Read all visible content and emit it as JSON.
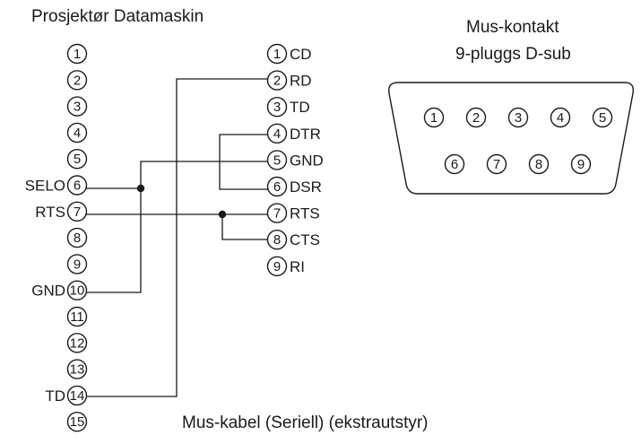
{
  "titles": {
    "projector_computer": "Prosjektør Datamaskin",
    "mouse_connector_line1": "Mus-kontakt",
    "mouse_connector_line2": "9-pluggs D-sub",
    "cable": "Mus-kabel (Seriell) (ekstrautstyr)"
  },
  "projector_pins": [
    {
      "num": "1",
      "label": ""
    },
    {
      "num": "2",
      "label": ""
    },
    {
      "num": "3",
      "label": ""
    },
    {
      "num": "4",
      "label": ""
    },
    {
      "num": "5",
      "label": ""
    },
    {
      "num": "6",
      "label": "SELO"
    },
    {
      "num": "7",
      "label": "RTS"
    },
    {
      "num": "8",
      "label": ""
    },
    {
      "num": "9",
      "label": ""
    },
    {
      "num": "10",
      "label": "GND"
    },
    {
      "num": "11",
      "label": ""
    },
    {
      "num": "12",
      "label": ""
    },
    {
      "num": "13",
      "label": ""
    },
    {
      "num": "14",
      "label": "TD"
    },
    {
      "num": "15",
      "label": ""
    }
  ],
  "computer_pins": [
    {
      "num": "1",
      "label": "CD"
    },
    {
      "num": "2",
      "label": "RD"
    },
    {
      "num": "3",
      "label": "TD"
    },
    {
      "num": "4",
      "label": "DTR"
    },
    {
      "num": "5",
      "label": "GND"
    },
    {
      "num": "6",
      "label": "DSR"
    },
    {
      "num": "7",
      "label": "RTS"
    },
    {
      "num": "8",
      "label": "CTS"
    },
    {
      "num": "9",
      "label": "RI"
    }
  ],
  "connector_pins_top": [
    "1",
    "2",
    "3",
    "4",
    "5"
  ],
  "connector_pins_bottom": [
    "6",
    "7",
    "8",
    "9"
  ]
}
